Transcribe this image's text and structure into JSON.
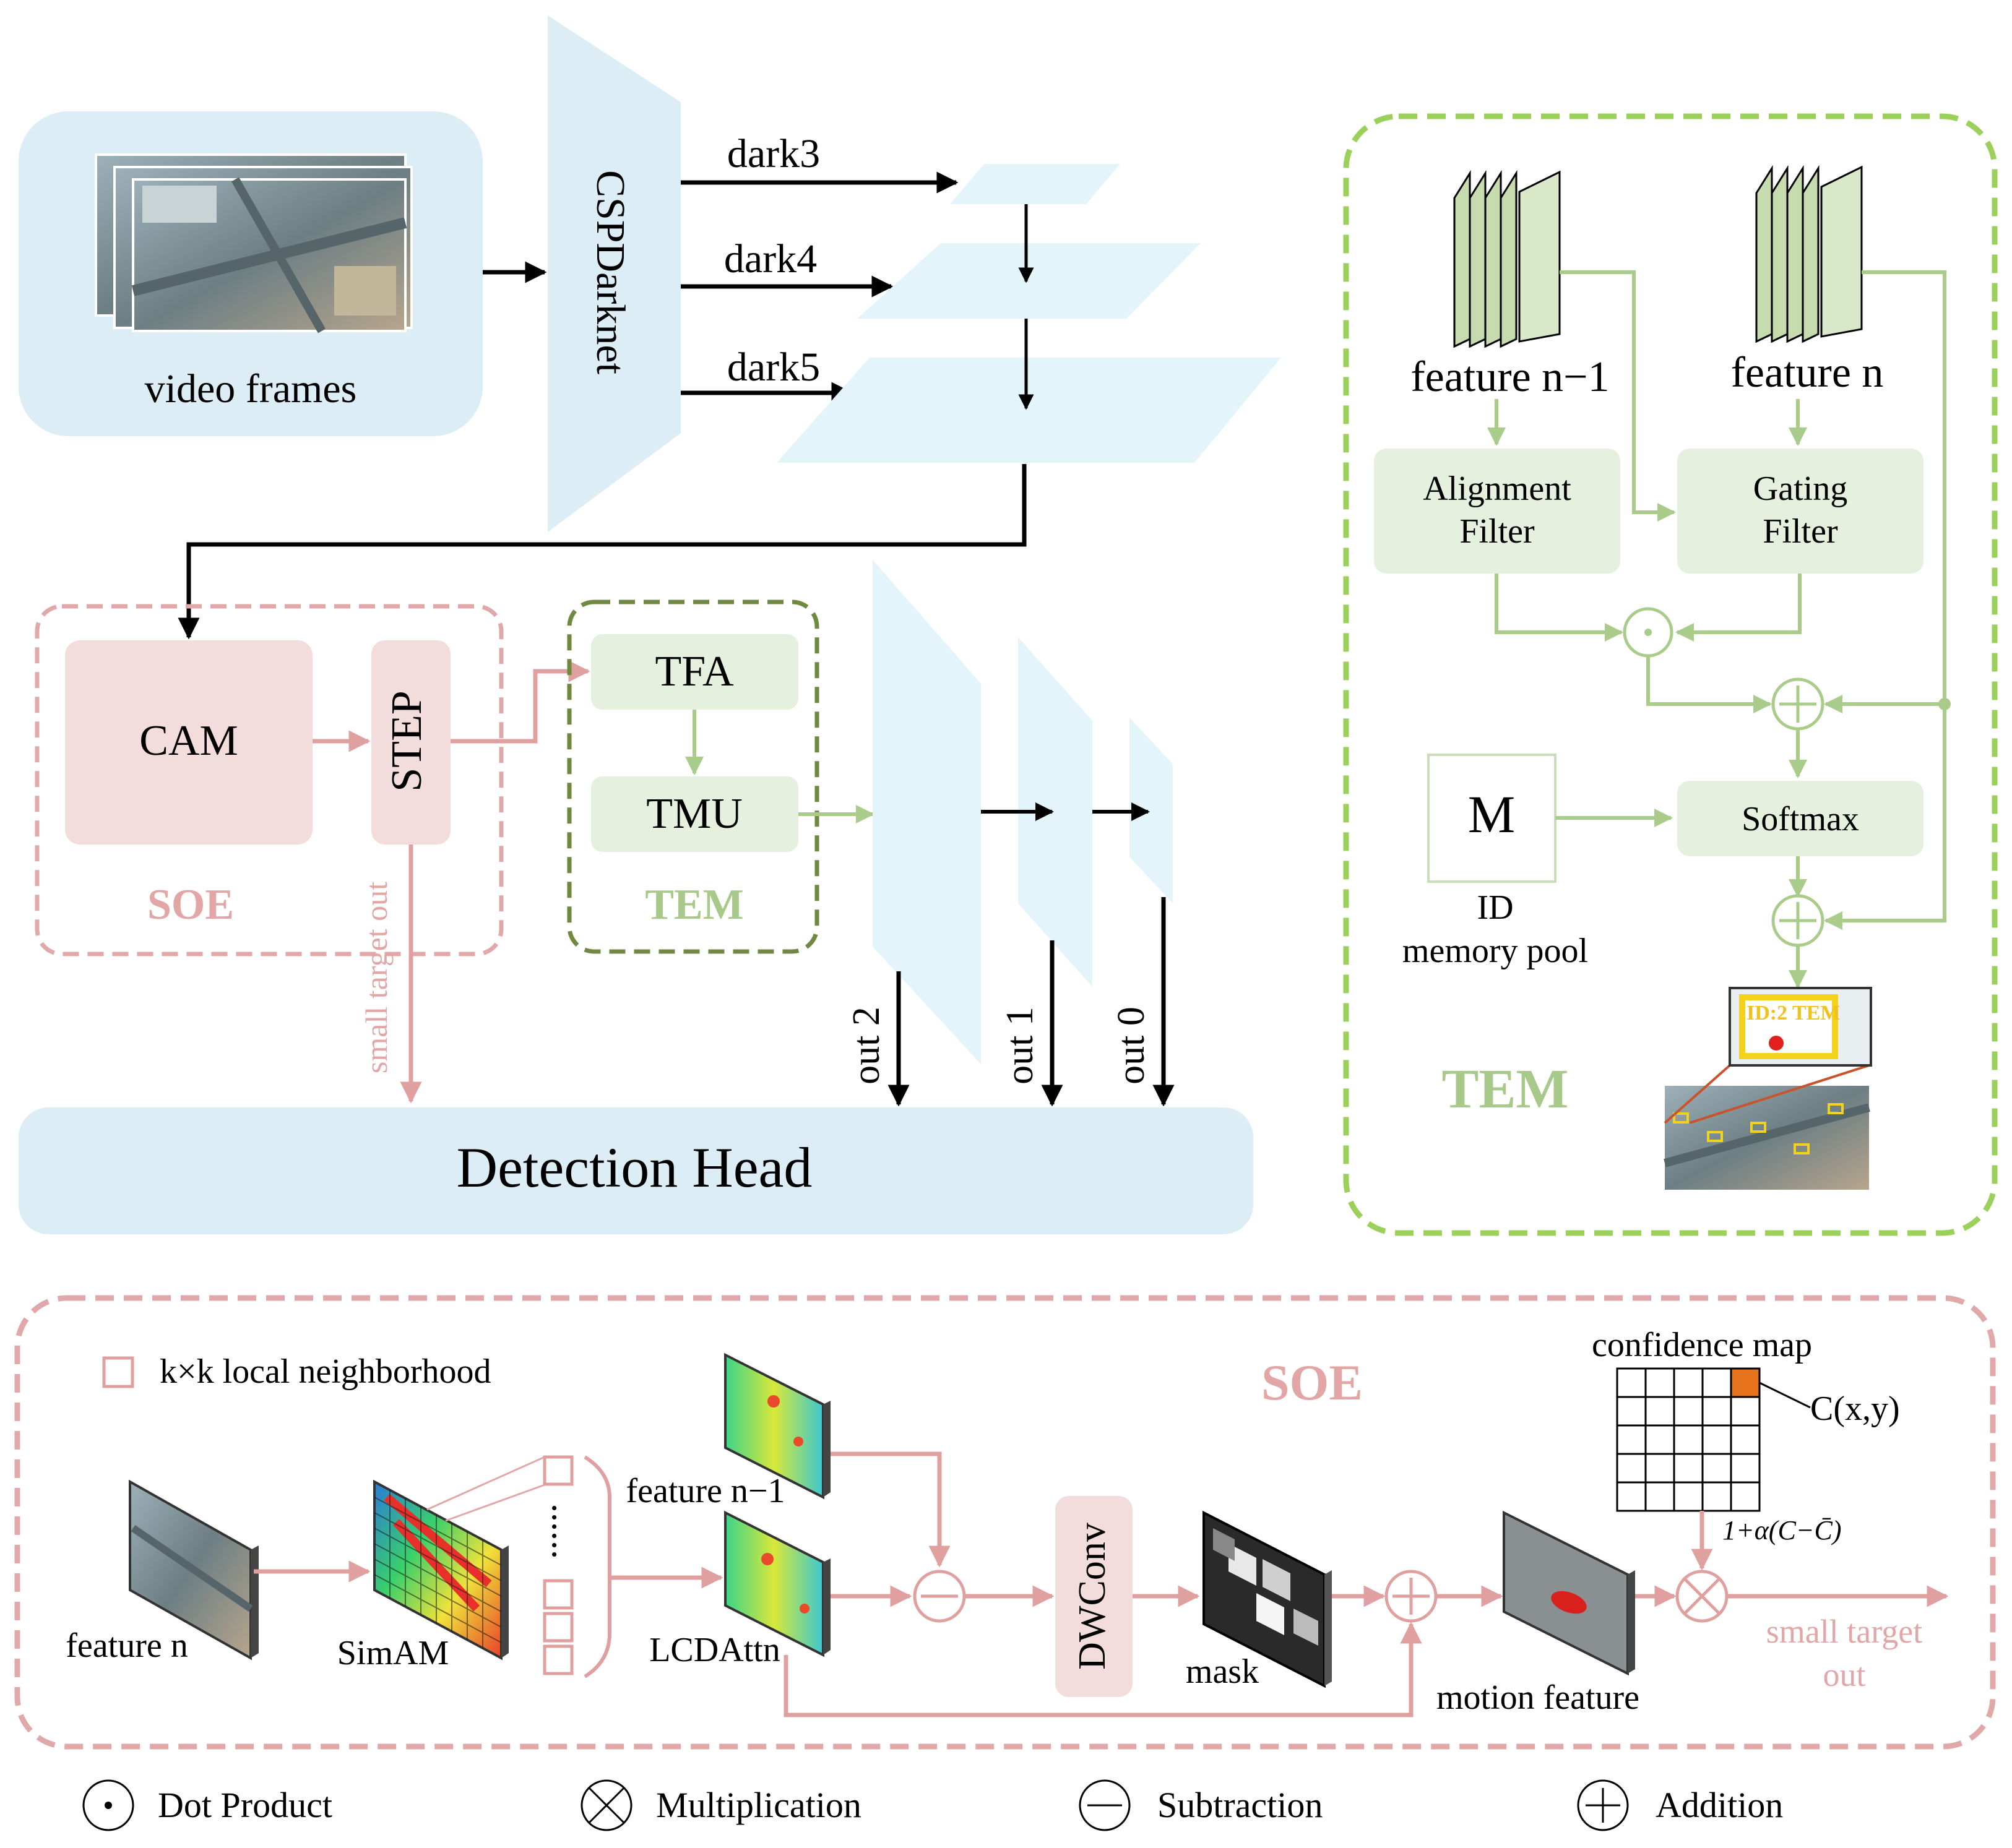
{
  "backbone": {
    "input_label": "video frames",
    "name": "CSPDarknet",
    "stages": [
      "dark3",
      "dark4",
      "dark5"
    ]
  },
  "soe_block": {
    "cam": "CAM",
    "step": "STEP",
    "title": "SOE",
    "branch_label": "small target out"
  },
  "tem_block": {
    "tfa": "TFA",
    "tmu": "TMU",
    "title": "TEM"
  },
  "outputs": [
    "out 2",
    "out 1",
    "out 0"
  ],
  "detection_head": "Detection Head",
  "tem_detail": {
    "feature_prev": "feature n−1",
    "feature_curr": "feature n",
    "alignment": [
      "Alignment",
      "Filter"
    ],
    "gating": [
      "Gating",
      "Filter"
    ],
    "softmax": "Softmax",
    "memory_symbol": "M",
    "memory_label": [
      "ID",
      "memory pool"
    ],
    "title": "TEM",
    "example_tag": "ID:2  TEM"
  },
  "soe_detail": {
    "legend_note": "k×k local neighborhood",
    "title": "SOE",
    "feature_n": "feature n",
    "simam": "SimAM",
    "feature_prev": "feature n−1",
    "lcdattn": "LCDAttn",
    "dwconv": "DWConv",
    "mask": "mask",
    "motion": "motion feature",
    "confidence_map": "confidence map",
    "cxy": "C(x,y)",
    "formula": "1+α(C−C̄)",
    "output": [
      "small target",
      "out"
    ],
    "ellipsis": "......"
  },
  "legend": [
    "Dot Product",
    "Multiplication",
    "Subtraction",
    "Addition"
  ],
  "colors": {
    "blue": "#dcedf5",
    "blue_light": "#e3f4fb",
    "pink": "#f2dcdc",
    "pink_line": "#e0a8a8",
    "pink_text": "#e2a6a6",
    "green_box": "#e6f0df",
    "green_line": "#a9cc8a",
    "green_text": "#a9c98a",
    "green_dash": "#9bd05b",
    "olive_dash": "#6f8a40",
    "orange": "#e8741e"
  }
}
